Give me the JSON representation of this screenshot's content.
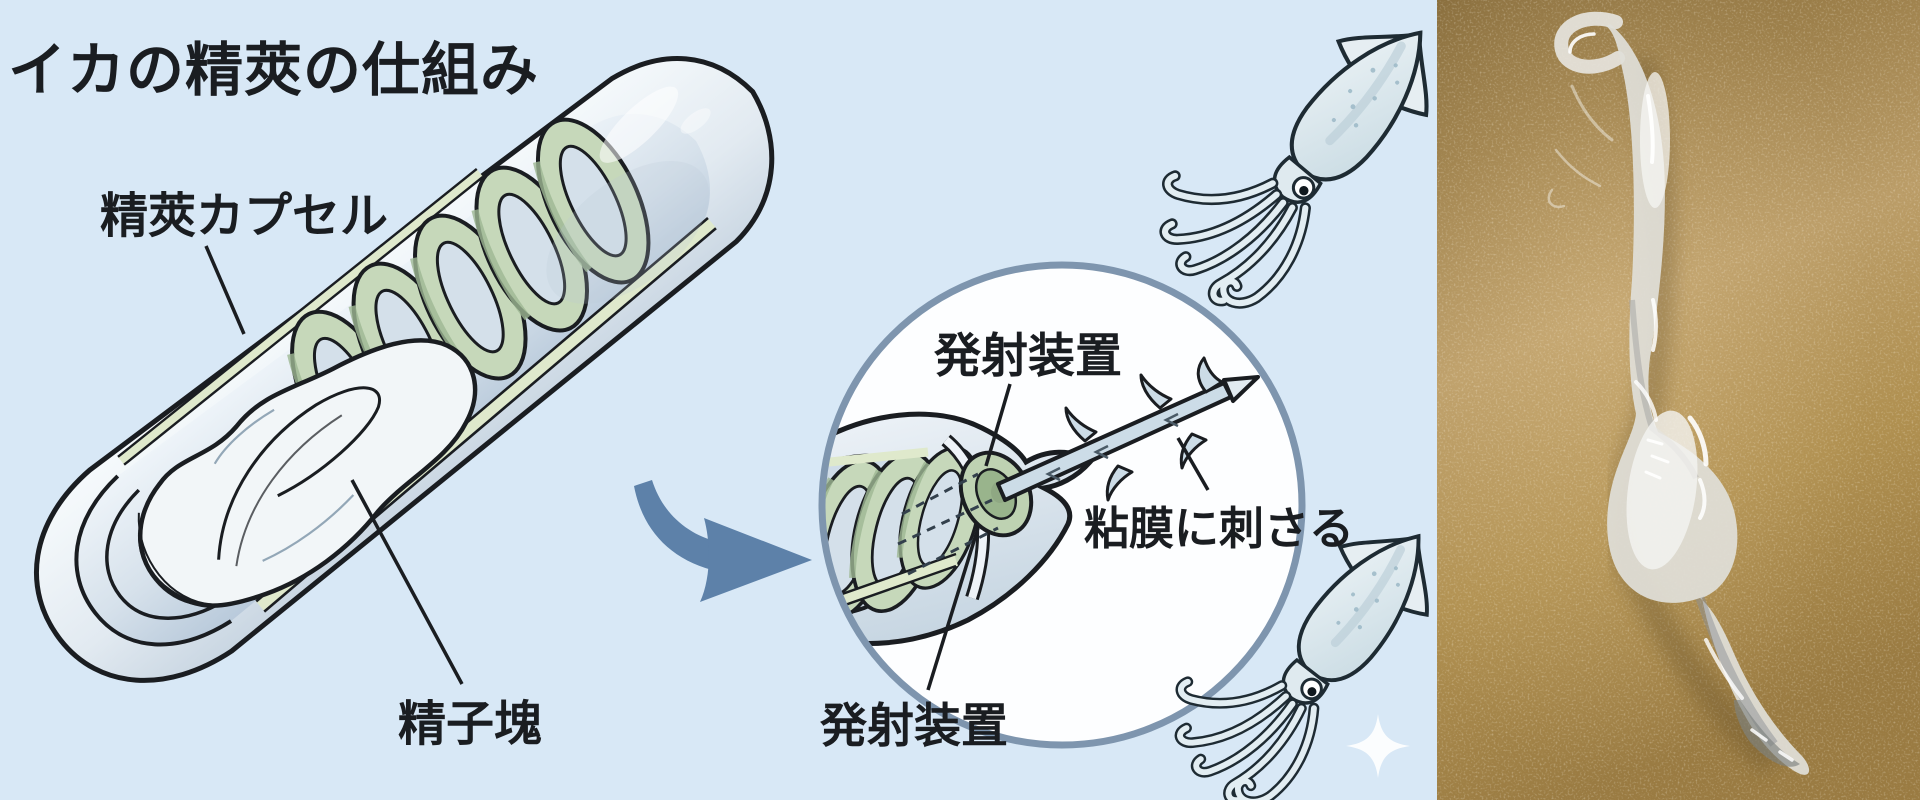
{
  "diagram": {
    "title": "イカの精莢の仕組み",
    "labels": {
      "capsule": "精莢カプセル",
      "sperm_mass": "精子塊",
      "launcher_top": "発射装置",
      "launcher_bottom": "発射装置",
      "mucosa": "粘膜に刺さる"
    }
  },
  "colors": {
    "bg": "#d8e8f6",
    "ink": "#1a1d21",
    "coil_green": "#c6d8ba",
    "capsule_blue": "#cfdce8",
    "arrow_blue": "#5d81a9",
    "circle_border": "#7e95ae",
    "skin_tan": "#b3935a",
    "strand_white": "#e8e6df"
  }
}
